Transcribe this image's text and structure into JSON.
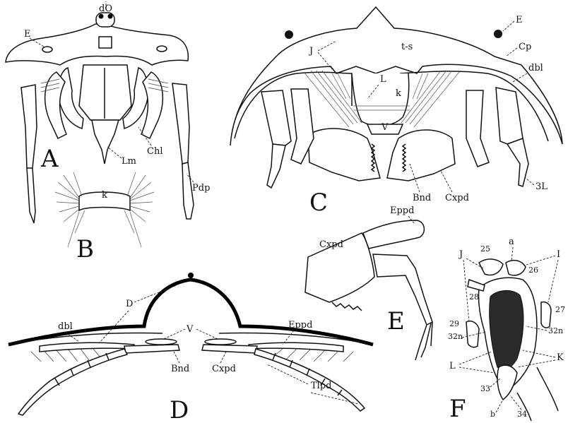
{
  "figures": {
    "A": {
      "letter": "A",
      "labels": {
        "dO": "dO",
        "E": "E",
        "Lm": "Lm",
        "Chl": "Chl",
        "Pdp": "Pdp"
      }
    },
    "B": {
      "letter": "B",
      "labels": {
        "k": "k"
      }
    },
    "C": {
      "letter": "C",
      "labels": {
        "E": "E",
        "J": "J",
        "t_s": "t-s",
        "Cp": "Cp",
        "dbl": "dbl",
        "L": "L",
        "k": "k",
        "V": "V",
        "Bnd": "Bnd",
        "Cxpd": "Cxpd",
        "L3": "3L"
      }
    },
    "D": {
      "letter": "D",
      "labels": {
        "dbl": "dbl",
        "D": "D",
        "Eppd": "Eppd",
        "V": "V",
        "Bnd": "Bnd",
        "Cxpd": "Cxpd",
        "Tlpd": "Tlpd"
      }
    },
    "E": {
      "letter": "E",
      "labels": {
        "Cxpd": "Cxpd",
        "Eppd": "Eppd"
      }
    },
    "F": {
      "letter": "F",
      "labels": {
        "J": "J",
        "a": "a",
        "I": "I",
        "n25": "25",
        "n26": "26",
        "n28": "28",
        "n27": "27",
        "n29": "29",
        "n32n_left": "32n",
        "n32n_right": "32n",
        "L": "L",
        "K": "K",
        "n33": "33",
        "b": "b",
        "n34": "34"
      }
    }
  }
}
